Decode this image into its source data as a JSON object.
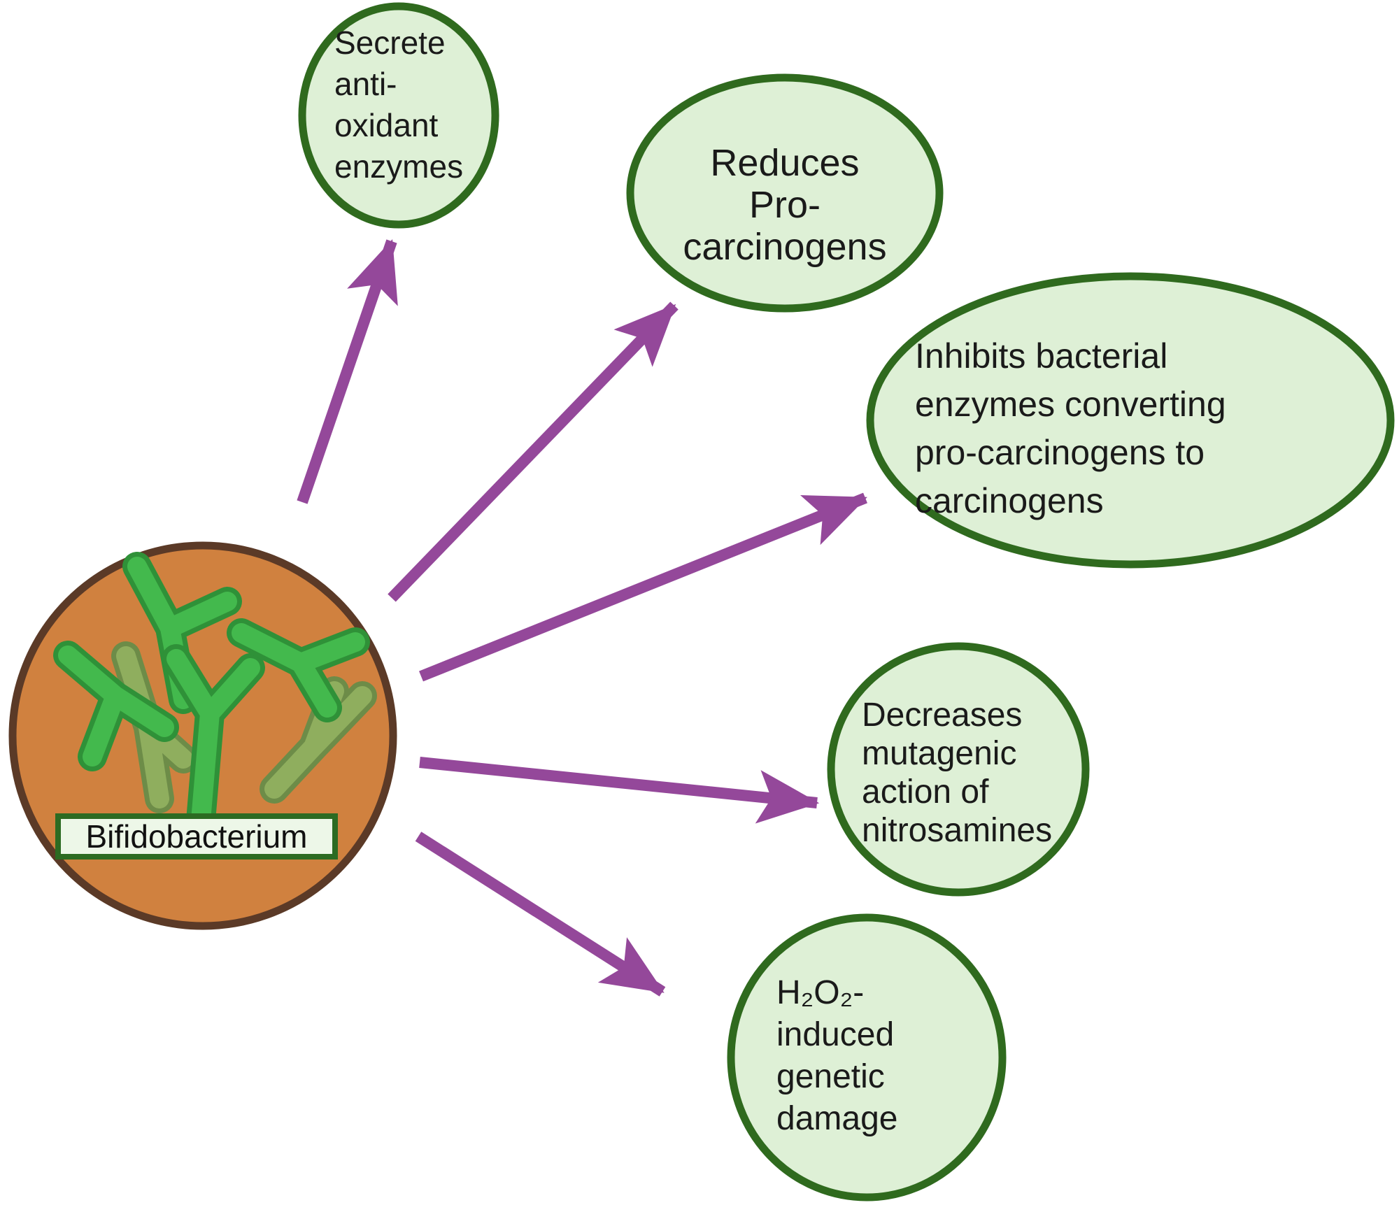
{
  "source": {
    "id": "bifidobacterium",
    "label": "Bifidobacterium"
  },
  "nodes": [
    {
      "id": "secrete-antioxidant-enzymes",
      "lines": [
        "Secrete",
        "anti-",
        "oxidant",
        "enzymes"
      ]
    },
    {
      "id": "reduces-pro-carcinogens",
      "lines": [
        "Reduces",
        "Pro-",
        "carcinogens"
      ]
    },
    {
      "id": "inhibits-bacterial-enzymes",
      "lines": [
        "Inhibits bacterial",
        "enzymes converting",
        "pro-carcinogens to",
        "carcinogens"
      ]
    },
    {
      "id": "decreases-mutagenic-action",
      "lines": [
        "Decreases",
        "mutagenic",
        "action of",
        "nitrosamines"
      ]
    },
    {
      "id": "h2o2-induced-genetic-damage",
      "lines": [
        "H₂O₂-",
        "induced",
        "genetic",
        "damage"
      ]
    }
  ],
  "arrows": {
    "count": 5,
    "from": "bifidobacterium",
    "to": [
      "secrete-antioxidant-enzymes",
      "reduces-pro-carcinogens",
      "inhibits-bacterial-enzymes",
      "decreases-mutagenic-action",
      "h2o2-induced-genetic-damage"
    ]
  },
  "colors": {
    "background": "#ffffff",
    "node_fill": "#def0d6",
    "node_border": "#2f6a1e",
    "text": "#1a1a1a",
    "arrow": "#94489a",
    "source_fill": "#d0813f",
    "source_border": "#5b3a27",
    "label_fill": "#edf7e8",
    "label_border": "#2c6b22",
    "bacteria_bright": "#43b94d",
    "bacteria_bright_dark": "#2f9138",
    "bacteria_olive": "#8fae5e",
    "bacteria_olive_dark": "#6d8c48"
  }
}
